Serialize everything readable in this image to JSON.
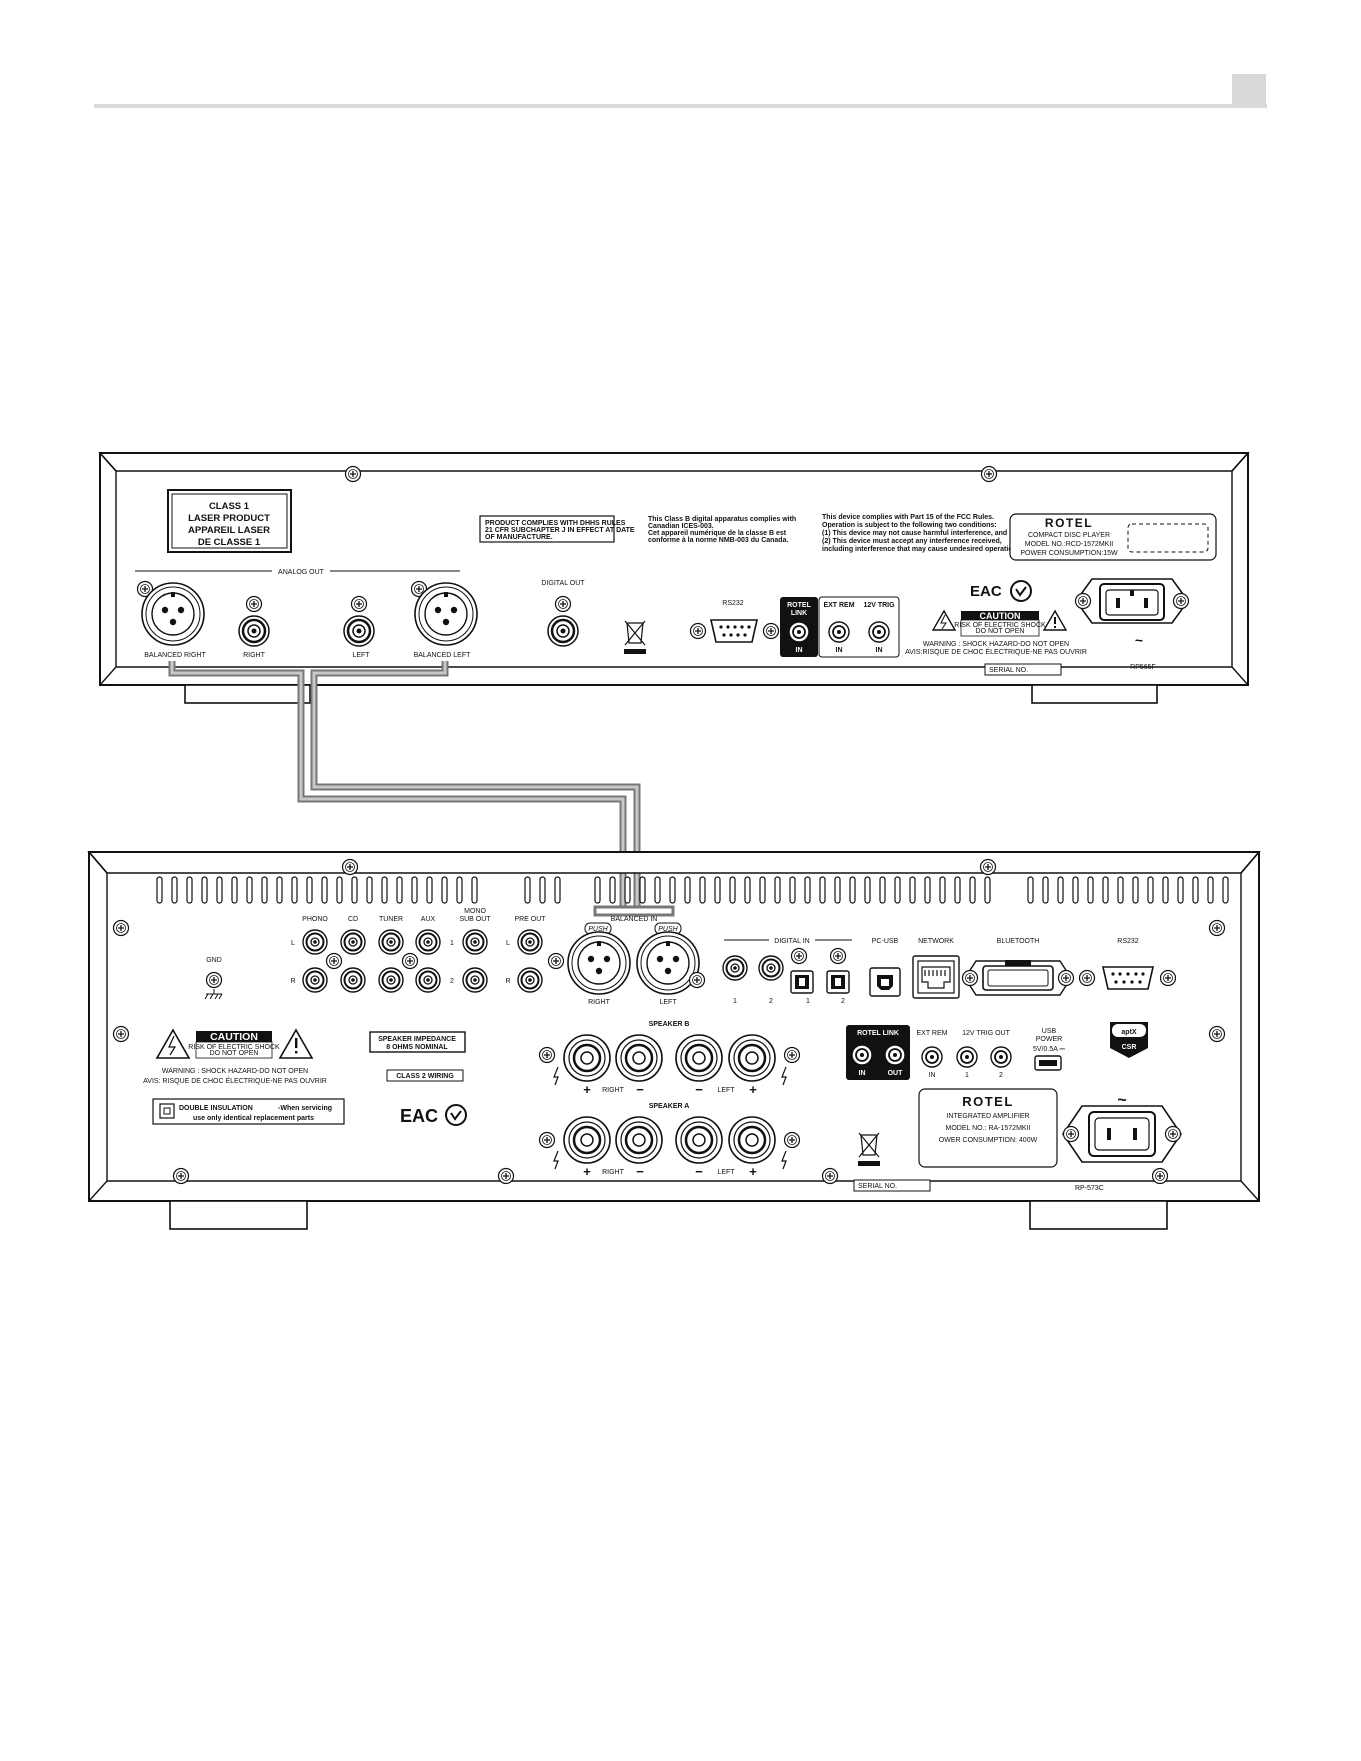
{
  "cd_player": {
    "laser_label": [
      "CLASS 1",
      "LASER PRODUCT",
      "APPAREIL LASER",
      "DE CLASSE 1"
    ],
    "dhhs_label": [
      "PRODUCT COMPLIES WITH DHHS RULES",
      "21 CFR SUBCHAPTER J IN EFFECT AT DATE",
      "OF MANUFACTURE."
    ],
    "ices_label": [
      "This Class B digital apparatus complies with",
      "Canadian ICES-003.",
      "Cet appareil numérique de la classe B est",
      "conforme à la norme NMB-003 du Canada."
    ],
    "fcc_label": [
      "This device complies with Part 15 of the FCC Rules.",
      "Operation is subject to the following two conditions:",
      "(1) This device may not cause harmful interference, and",
      "(2) This device must accept any interference received,",
      "including interference that may cause undesired operation."
    ],
    "rating": [
      "ROTEL",
      "COMPACT DISC PLAYER",
      "MODEL NO.:RCD-1572MKII",
      "POWER CONSUMPTION:15W"
    ],
    "analog_out": "ANALOG OUT",
    "balanced_right": "BALANCED RIGHT",
    "right": "RIGHT",
    "left": "LEFT",
    "balanced_left": "BALANCED LEFT",
    "digital_out": "DIGITAL OUT",
    "rs232": "RS232",
    "rotel_link": [
      "ROTEL",
      "LINK"
    ],
    "in": "IN",
    "ext_rem": "EXT REM",
    "trig": "12V TRIG",
    "eac": "EAC",
    "caution": "CAUTION",
    "caution_sub": [
      "RISK OF ELECTRIC SHOCK",
      "DO NOT OPEN"
    ],
    "warning": "WARNING : SHOCK HAZARD-DO NOT OPEN",
    "avis": "AVIS:RISQUE DE CHOC ÉLECTRIQUE-NE PAS OUVRIR",
    "serial": "SERIAL NO.",
    "part": "RP565F",
    "tilde": "~"
  },
  "amplifier": {
    "gnd": "GND",
    "phono": "PHONO",
    "cd": "CD",
    "tuner": "TUNER",
    "aux": "AUX",
    "mono_sub_out": [
      "MONO",
      "SUB OUT"
    ],
    "pre_out": "PRE OUT",
    "l": "L",
    "r": "R",
    "one": "1",
    "two": "2",
    "balanced_in": "BALANCED IN",
    "push": "PUSH",
    "right": "RIGHT",
    "left": "LEFT",
    "digital_in": "DIGITAL IN",
    "pc_usb": "PC-USB",
    "network": "NETWORK",
    "bluetooth": "BLUETOOTH",
    "rs232": "RS232",
    "caution": "CAUTION",
    "caution_sub": [
      "RISK OF ELECTRIC SHOCK",
      "DO NOT OPEN"
    ],
    "warning": "WARNING : SHOCK HAZARD-DO NOT OPEN",
    "avis": "AVIS: RISQUE DE CHOC ÉLECTRIQUE-NE PAS OUVRIR",
    "impedance": [
      "SPEAKER IMPEDANCE",
      "8 OHMS NOMINAL"
    ],
    "class2": "CLASS 2 WIRING",
    "double_insulation": "DOUBLE INSULATION",
    "double_insulation_rest": "-When servicing",
    "double_insulation_line2": "use only identical replacement parts",
    "eac": "EAC",
    "speaker_b": "SPEAKER B",
    "speaker_a": "SPEAKER A",
    "plus": "+",
    "minus": "−",
    "rotel_link": "ROTEL LINK",
    "in": "IN",
    "out": "OUT",
    "ext_rem": "EXT REM",
    "trig_out": "12V TRIG OUT",
    "usb_power": [
      "USB",
      "POWER"
    ],
    "usb_rating": "5V/0.5A ⎓",
    "aptx": "aptX",
    "csr": "CSR",
    "rating": [
      "ROTEL",
      "INTEGRATED AMPLIFIER",
      "MODEL NO.: RA-1572MKII",
      "OWER CONSUMPTION: 400W"
    ],
    "serial": "SERIAL NO.",
    "part": "RP-573C",
    "tilde": "~"
  },
  "colors": {
    "cable_outer": "#777777",
    "cable_inner": "#c8c8c8",
    "rule": "#d9d9d9"
  }
}
